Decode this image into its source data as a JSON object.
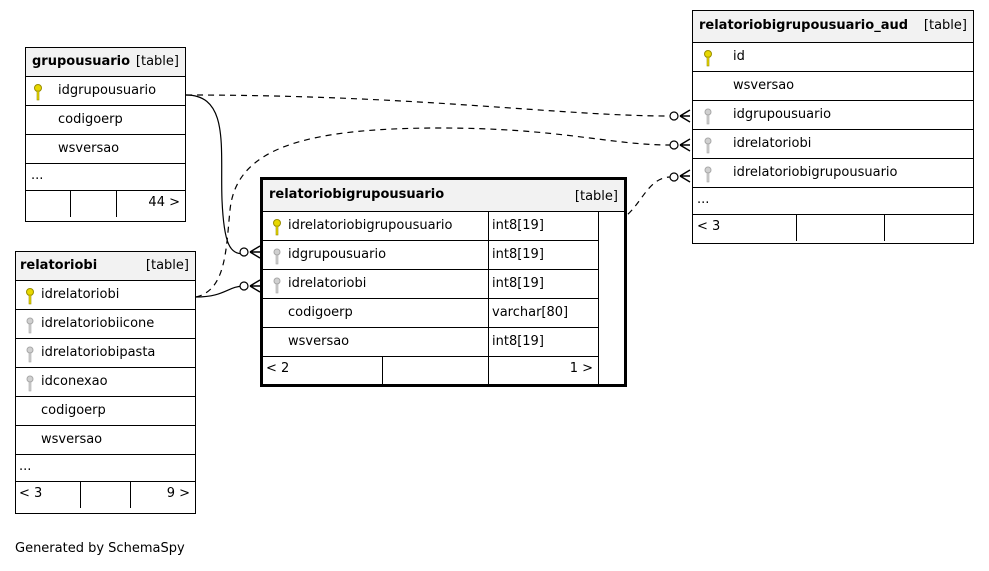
{
  "tables": {
    "grupousuario": {
      "name": "grupousuario",
      "tag": "[table]",
      "columns": [
        "idgrupousuario",
        "codigoerp",
        "wsversao"
      ],
      "more": "...",
      "footer": {
        "children": "44 >"
      }
    },
    "relatoriobi": {
      "name": "relatoriobi",
      "tag": "[table]",
      "columns": [
        "idrelatoriobi",
        "idrelatoriobiicone",
        "idrelatoriobipasta",
        "idconexao",
        "codigoerp",
        "wsversao"
      ],
      "more": "...",
      "footer": {
        "parents": "< 3",
        "children": "9 >"
      }
    },
    "relatoriobigrupousuario": {
      "name": "relatoriobigrupousuario",
      "tag": "[table]",
      "columns": [
        "idrelatoriobigrupousuario",
        "idgrupousuario",
        "idrelatoriobi",
        "codigoerp",
        "wsversao"
      ],
      "types": [
        "int8[19]",
        "int8[19]",
        "int8[19]",
        "varchar[80]",
        "int8[19]"
      ],
      "footer": {
        "parents": "< 2",
        "children": "1 >"
      }
    },
    "relatoriobigrupousuario_aud": {
      "name": "relatoriobigrupousuario_aud",
      "tag": "[table]",
      "columns": [
        "id",
        "wsversao",
        "idgrupousuario",
        "idrelatoriobi",
        "idrelatoriobigrupousuario"
      ],
      "more": "...",
      "footer": {
        "parents": "< 3"
      }
    }
  },
  "colors": {
    "primary_key": "#e8d800",
    "foreign_key": "#a8a8a8",
    "header_bg": "#f2f2f2"
  },
  "icons": {
    "primary_key": "key-icon",
    "foreign_key": "key-icon"
  },
  "credit": "Generated by SchemaSpy"
}
